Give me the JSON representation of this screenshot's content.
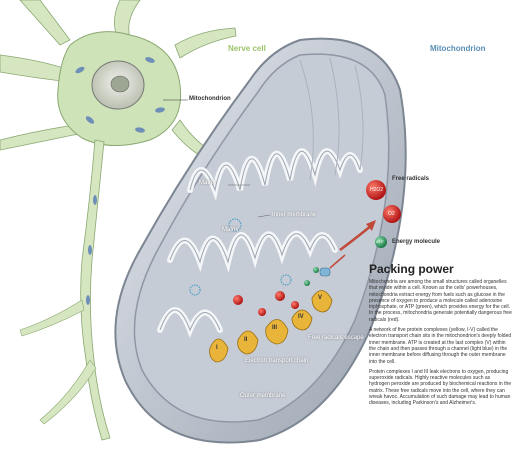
{
  "labels": {
    "nerve_cell": "Nerve cell",
    "mitochondrion_head": "Mitochondrion",
    "mitochondrion_pointer": "Mitochondrion",
    "matrix_1": "Matrix",
    "matrix_2": "Matrix",
    "inner_membrane": "Inner membrane",
    "outer_membrane": "Outer membrane",
    "electron_transport_chain": "Electron transport chain",
    "free_radicals_escape": "Free radicals escape"
  },
  "legend": {
    "free_radicals": "Free radicals",
    "h2o2": "H2O2",
    "o2": "O2",
    "energy_molecule": "Energy molecule",
    "atp": "ATP"
  },
  "complex_labels": [
    "I",
    "II",
    "III",
    "IV",
    "V"
  ],
  "panel": {
    "title": "Packing power",
    "p1": "Mitochondria are among the small structures called organelles that reside within a cell. Known as the cells' powerhouses, mitochondria extract energy from fuels such as glucose in the presence of oxygen to produce a molecule called adenosine triphosphate, or ATP (green), which provides energy for the cell. In the process, mitochondria generate potentially dangerous free radicals (red).",
    "p2": "A network of five protein complexes (yellow, I-V) called the electron transport chain sits in the mitochondrion's deeply folded inner membrane. ATP is created at the last complex (V) within the chain and then passes through a channel (light blue) in the inner membrane before diffusing through the outer membrane into the cell.",
    "p3": "Protein complexes I and III leak electrons to oxygen, producing superoxide radicals. Highly reactive molecules such as hydrogen peroxide are produced by biochemical reactions in the matrix. These free radicals move into the cell, where they can wreak havoc. Accumulation of such damage may lead to human diseases, including Parkinson's and Alzheimer's."
  },
  "colors": {
    "nerve_cell": "#c9dfb0",
    "mitochondrion": "#c7cdd6",
    "heading_blue": "#5a8fb3",
    "nerve_green": "#9cc36a",
    "free_radical_red": "#d12a2a",
    "atp_green": "#3aa36a",
    "complex_yellow": "#e8b53a"
  }
}
